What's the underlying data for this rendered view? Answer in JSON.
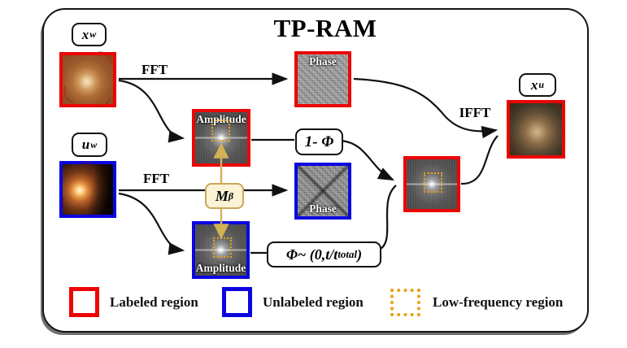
{
  "title": "TP-RAM",
  "tags": {
    "labeled_weak": {
      "base": "x",
      "sup": "w"
    },
    "unlabeled_weak": {
      "base": "u",
      "sup": "w"
    },
    "output": {
      "base": "x",
      "sup": "u"
    }
  },
  "operations": {
    "fft_labeled": "FFT",
    "fft_unlabeled": "FFT",
    "ifft": "IFFT",
    "one_minus_phi": "1- Φ",
    "phi_expr": {
      "pre": "Φ~ (0,t/t",
      "sub": "total",
      "post": ")"
    },
    "mask": {
      "base": "M",
      "sub": "β"
    }
  },
  "spectra": {
    "phase_labeled": "Phase",
    "phase_unlabeled": "Phase",
    "amplitude_labeled": "Amplitude",
    "amplitude_unlabeled": "Amplitude"
  },
  "legend": [
    {
      "label": "Labeled region",
      "color": "#ec0505"
    },
    {
      "label": "Unlabeled region",
      "color": "#0b06e0"
    },
    {
      "label": "Low-frequency region",
      "color": "#e7a117"
    }
  ],
  "colors": {
    "labeled_border": "#ec0505",
    "unlabeled_border": "#0b06e0",
    "low_frequency": "#e7a117",
    "mask_fill": "#faf3d4",
    "mask_border": "#c9a85c",
    "tan_arrow": "#d2b253",
    "arrow": "#111111"
  }
}
